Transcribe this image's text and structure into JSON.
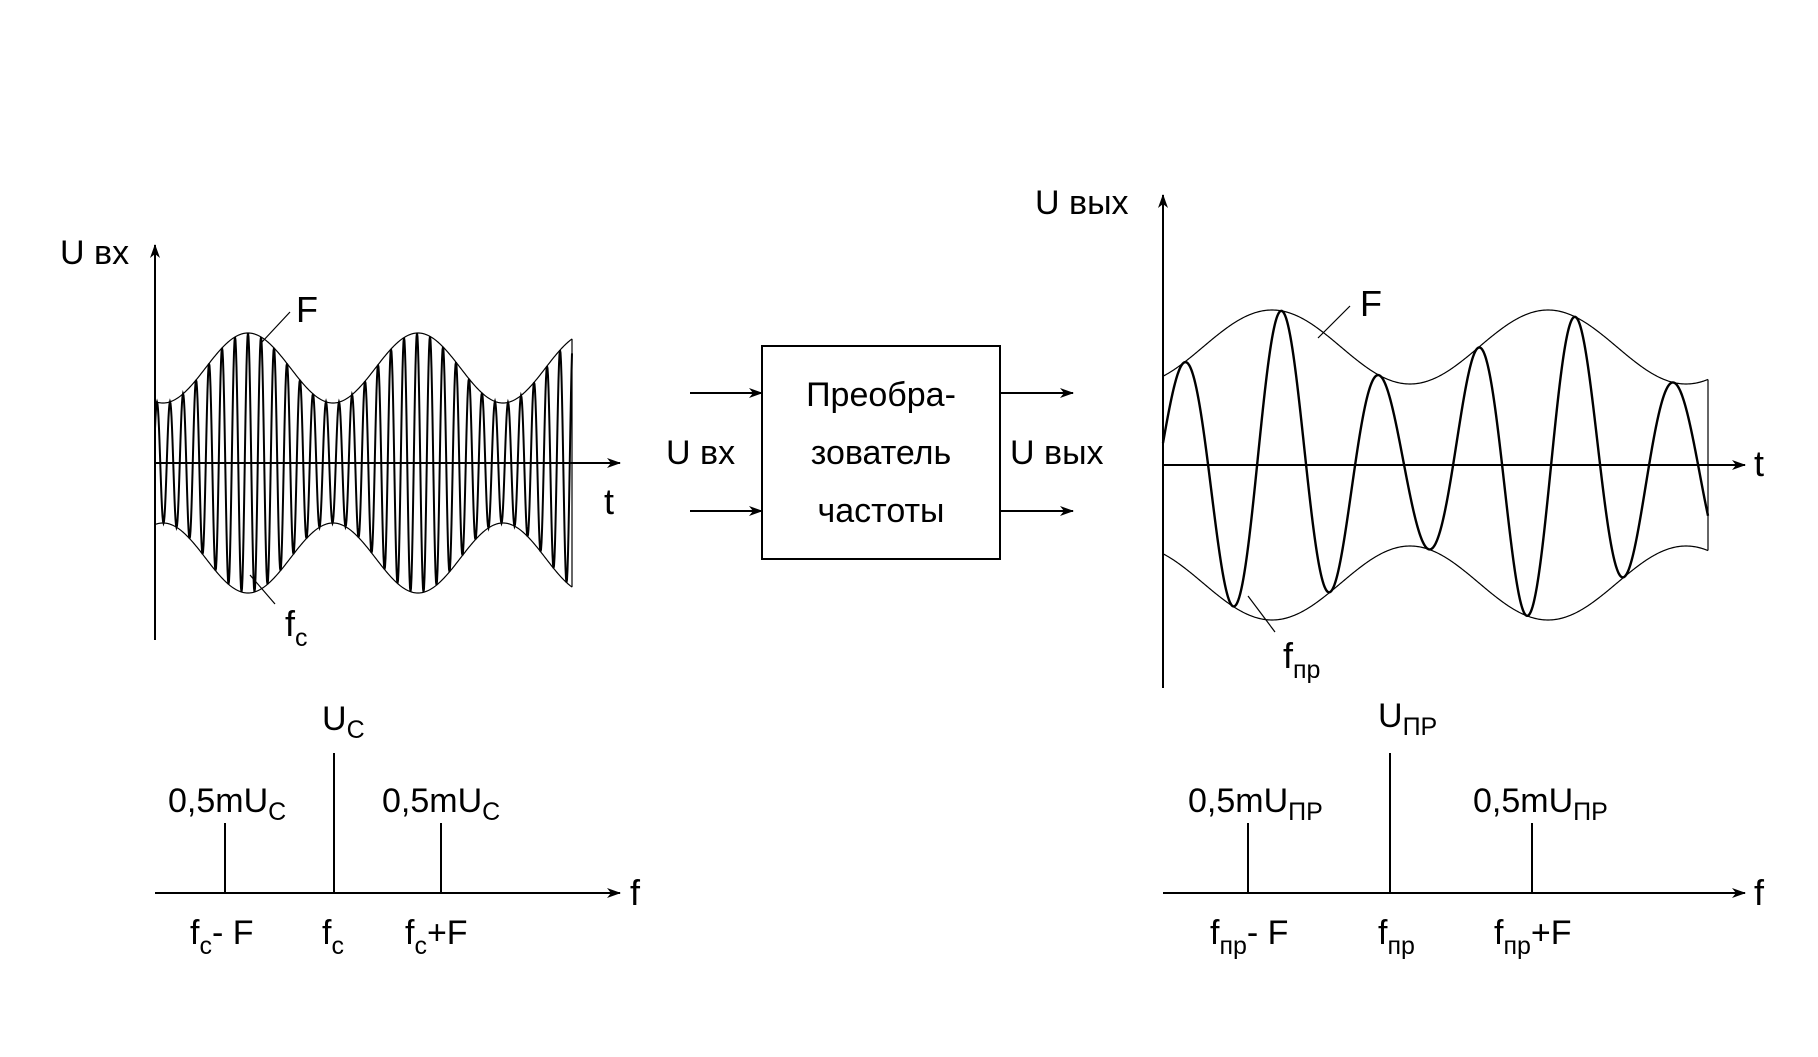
{
  "left_panel": {
    "time_axis": {
      "y_label": "U вх",
      "x_label": "t"
    },
    "envelope_label": "F",
    "carrier_label": {
      "main": "f",
      "sub": "c"
    },
    "spectrum": {
      "x_label": "f",
      "carrier": {
        "label_main": "U",
        "label_sub": "C",
        "freq_main": "f",
        "freq_sub": "c",
        "relative_amplitude": 1.0
      },
      "lower_sideband": {
        "label_main": "0,5mU",
        "label_sub": "C",
        "freq_main": "f",
        "freq_sub": "c",
        "freq_suffix": "- F",
        "relative_amplitude": 0.5
      },
      "upper_sideband": {
        "label_main": "0,5mU",
        "label_sub": "C",
        "freq_main": "f",
        "freq_sub": "c",
        "freq_suffix": "+F",
        "relative_amplitude": 0.5
      }
    }
  },
  "converter_block": {
    "lines": [
      "Преобра-",
      "зователь",
      "частоты"
    ],
    "input_label": "U вх",
    "output_label": "U вых"
  },
  "right_panel": {
    "time_axis": {
      "y_label": "U вых",
      "x_label": "t"
    },
    "envelope_label": "F",
    "carrier_label": {
      "main": "f",
      "sub": "пр"
    },
    "spectrum": {
      "x_label": "f",
      "carrier": {
        "label_main": "U",
        "label_sub": "ПР",
        "freq_main": "f",
        "freq_sub": "пр",
        "relative_amplitude": 1.0
      },
      "lower_sideband": {
        "label_main": "0,5mU",
        "label_sub": "ПР",
        "freq_main": "f",
        "freq_sub": "пр",
        "freq_suffix": "- F",
        "relative_amplitude": 0.5
      },
      "upper_sideband": {
        "label_main": "0,5mU",
        "label_sub": "ПР",
        "freq_main": "f",
        "freq_sub": "пр",
        "freq_suffix": "+F",
        "relative_amplitude": 0.5
      }
    }
  }
}
